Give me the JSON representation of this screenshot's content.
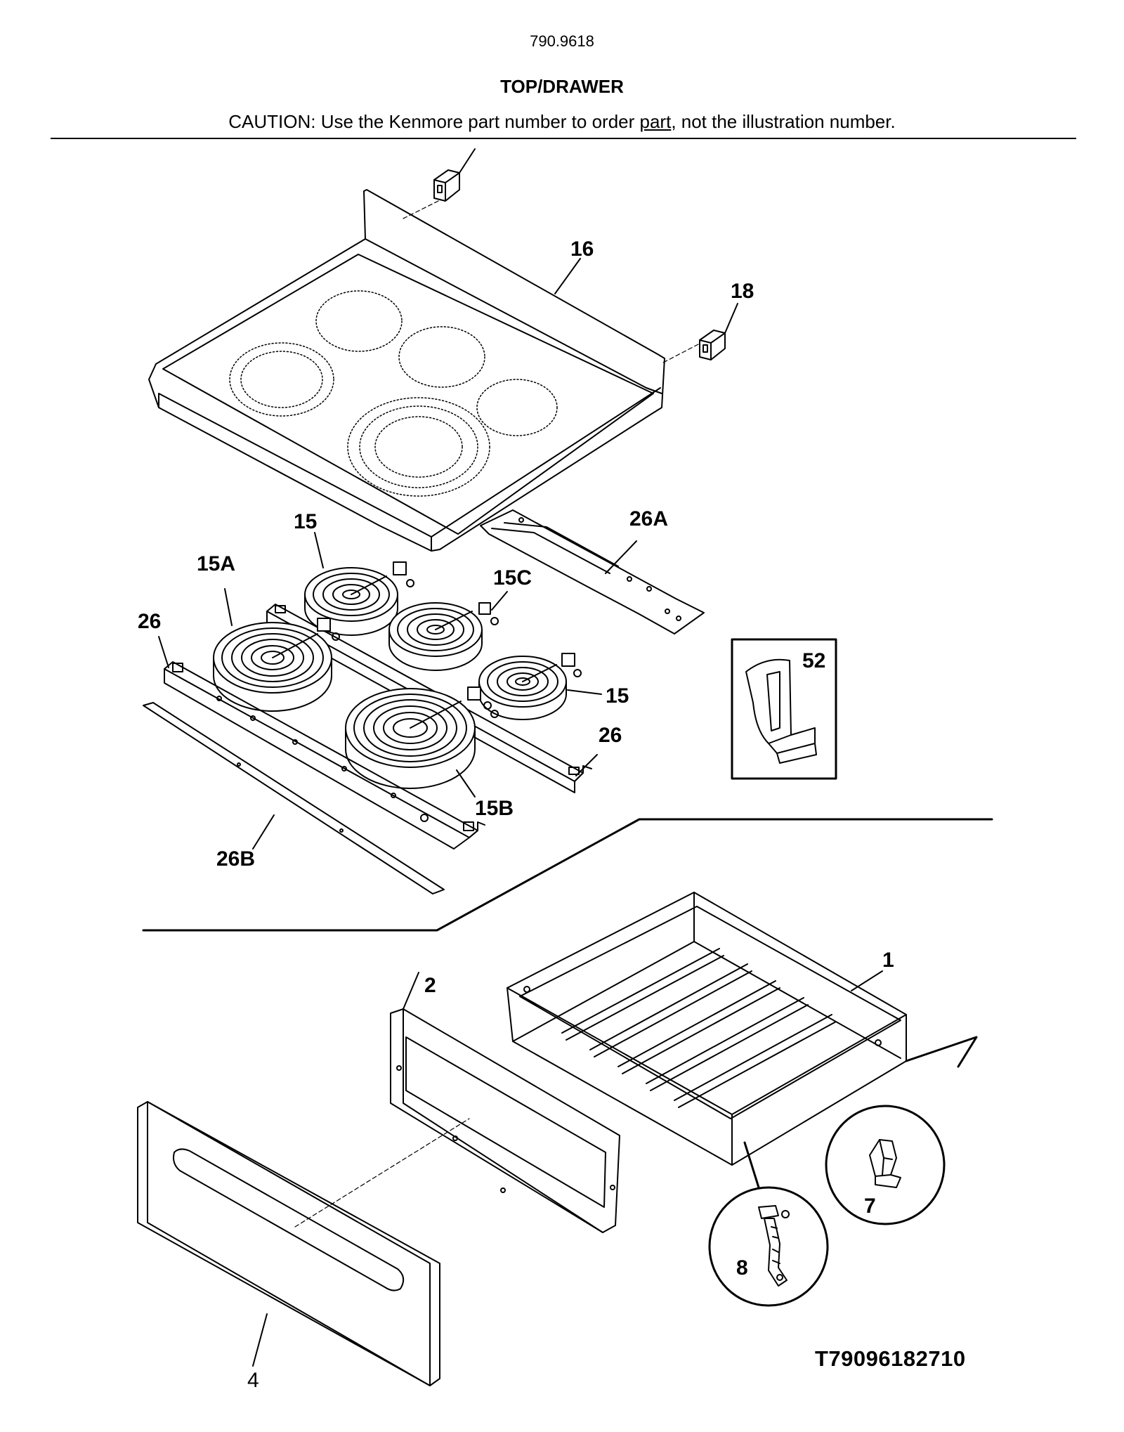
{
  "header": {
    "model": "790.9618",
    "title": "TOP/DRAWER",
    "caution_prefix": "CAUTION: Use the Kenmore part number to order ",
    "caution_link": "part",
    "caution_suffix": ", not the illustration number."
  },
  "callouts": {
    "c16": "16",
    "c18": "18",
    "c15a": "15",
    "c15A": "15A",
    "c15C": "15C",
    "c26A": "26A",
    "c26a": "26",
    "c52": "52",
    "c15b": "15",
    "c26b": "26",
    "c15B": "15B",
    "c26B": "26B",
    "c1": "1",
    "c2": "2",
    "c7": "7",
    "c8": "8",
    "c4": "4"
  },
  "footer": {
    "illustration_code": "T79096182710"
  }
}
